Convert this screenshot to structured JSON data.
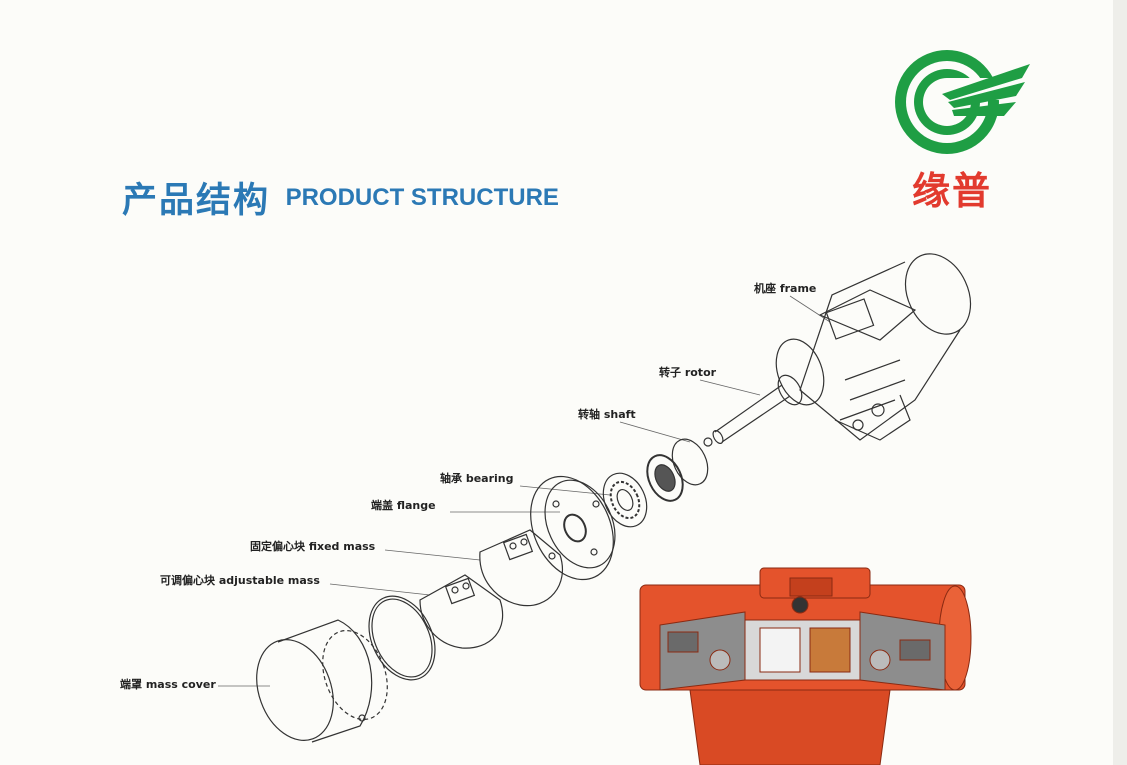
{
  "header": {
    "title_cn": "产品结构",
    "title_en": "PRODUCT STRUCTURE"
  },
  "brand": {
    "name": "缘普",
    "logo_color": "#1f9e44",
    "name_color": "#e23a2e"
  },
  "title_color": "#2b79b5",
  "parts": [
    {
      "label": "机座 frame"
    },
    {
      "label": "转子 rotor"
    },
    {
      "label": "转轴 shaft"
    },
    {
      "label": "轴承 bearing"
    },
    {
      "label": "端盖 flange"
    },
    {
      "label": "固定偏心块 fixed mass"
    },
    {
      "label": "可调偏心块 adjustable mass"
    },
    {
      "label": "端罩 mass cover"
    }
  ],
  "photo": {
    "body_color": "#e4532c"
  }
}
